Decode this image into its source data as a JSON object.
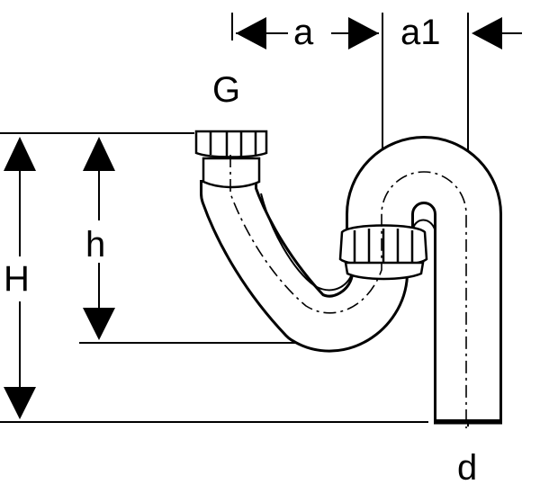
{
  "labels": {
    "a": "a",
    "a1": "a1",
    "G": "G",
    "h": "h",
    "H": "H",
    "d": "d"
  },
  "colors": {
    "line": "#000000",
    "background": "#ffffff"
  }
}
